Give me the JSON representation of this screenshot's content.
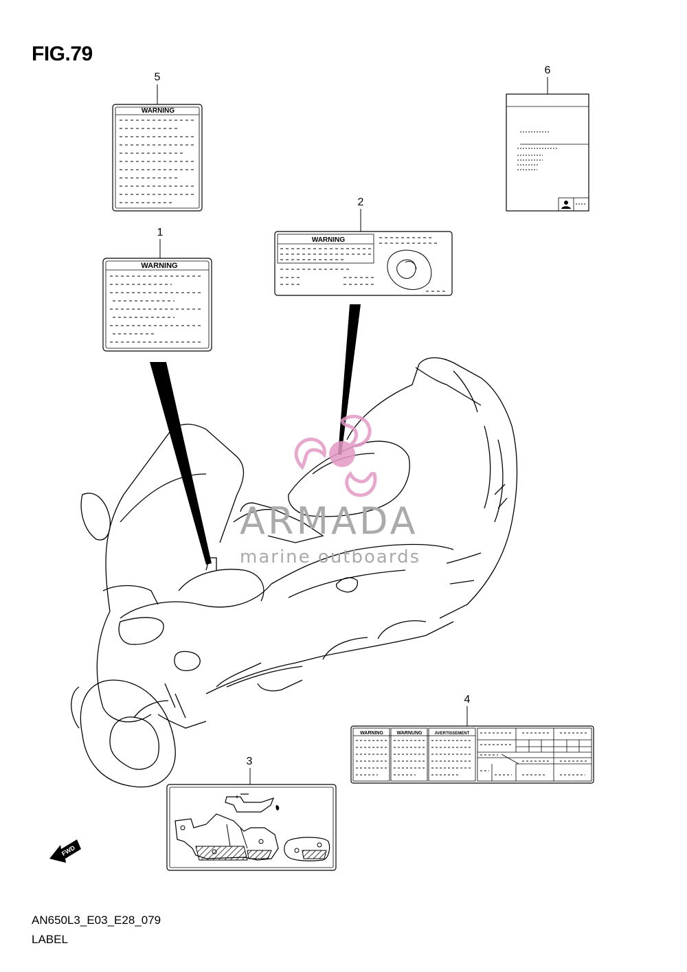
{
  "figure": {
    "title": "FIG.79",
    "code": "AN650L3_E03_E28_079",
    "name": "LABEL"
  },
  "callouts": [
    "1",
    "2",
    "3",
    "4",
    "5",
    "6"
  ],
  "labels": {
    "label1_heading": "WARNING",
    "label2_heading": "WARNING",
    "label5_heading": "WARNING",
    "label4_headings": [
      "WARNING",
      "WARNUNG",
      "AVERTISSEMENT"
    ]
  },
  "fwd_arrow": "FWD",
  "watermark": {
    "title": "ARMADA",
    "subtitle": "marine outboards",
    "color": "#e49ac6"
  }
}
